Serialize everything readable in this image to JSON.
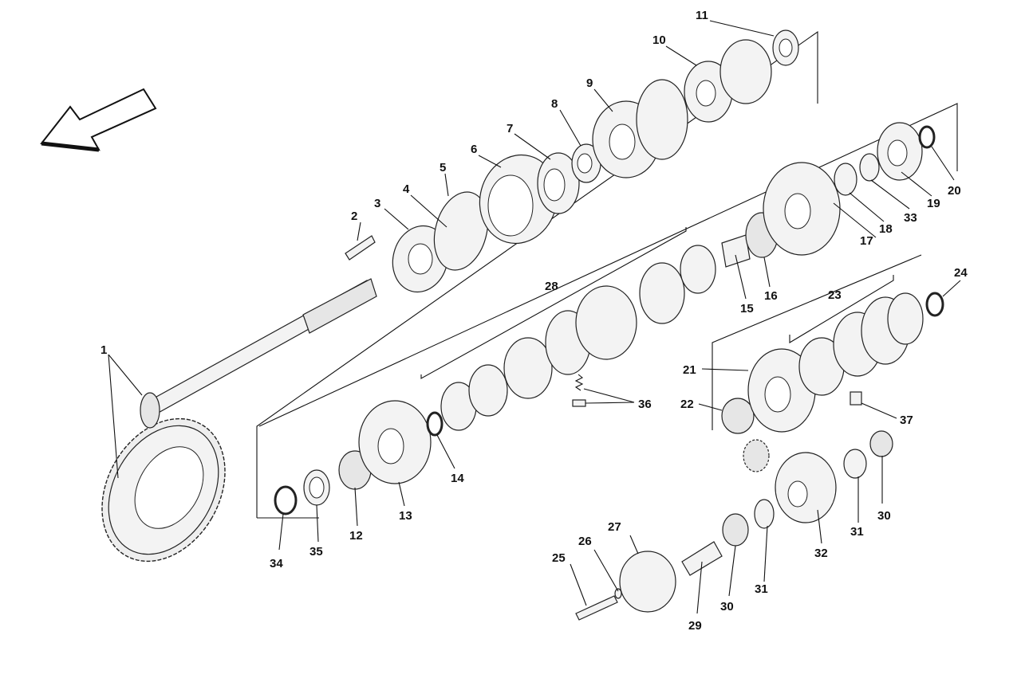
{
  "diagram": {
    "callouts": [
      "1",
      "2",
      "3",
      "4",
      "5",
      "6",
      "7",
      "8",
      "9",
      "10",
      "11",
      "12",
      "13",
      "14",
      "15",
      "16",
      "17",
      "18",
      "19",
      "20",
      "21",
      "22",
      "23",
      "24",
      "25",
      "26",
      "27",
      "28",
      "29",
      "30",
      "30",
      "31",
      "31",
      "32",
      "33",
      "34",
      "35",
      "36",
      "37"
    ]
  }
}
